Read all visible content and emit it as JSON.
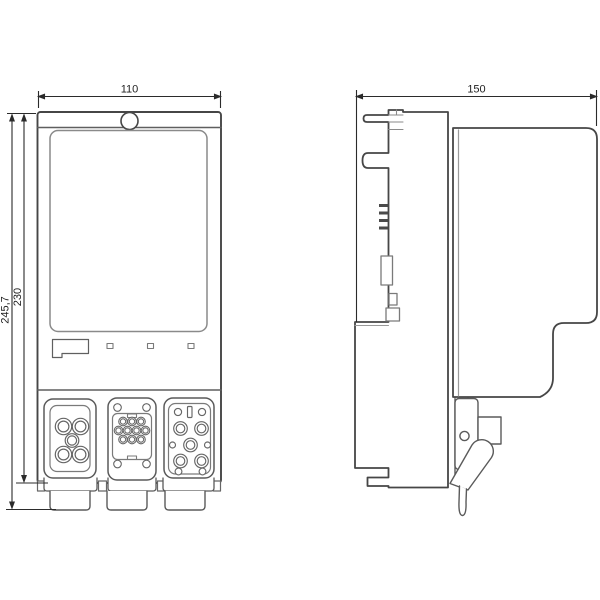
{
  "drawing": {
    "kind": "dimensional-technical-drawing",
    "background": "#ffffff",
    "colors": {
      "outline": "#464646",
      "detail": "#5a5a5a",
      "secondary": "#8a8a8a",
      "dimension": "#2b2b2b"
    },
    "views": {
      "front": {
        "name": "front-view",
        "dimensions": {
          "width": {
            "value": "110",
            "orientation": "horizontal"
          },
          "height_overall": {
            "value": "245,7",
            "orientation": "vertical"
          },
          "height_body": {
            "value": "230",
            "orientation": "vertical"
          }
        }
      },
      "side": {
        "name": "side-view",
        "dimensions": {
          "depth": {
            "value": "150",
            "orientation": "horizontal"
          }
        }
      }
    }
  }
}
